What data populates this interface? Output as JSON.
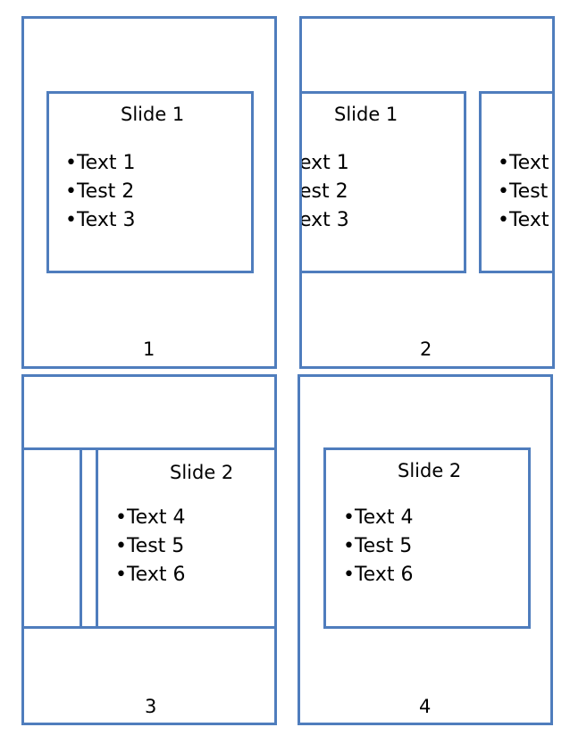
{
  "panels": [
    {
      "number": "1",
      "slides": [
        {
          "title": "Slide 1",
          "bullets": [
            "•Text 1",
            "•Test 2",
            "•Text 3"
          ]
        }
      ]
    },
    {
      "number": "2",
      "slides": [
        {
          "title": "Slide 1",
          "bullets": [
            "ext 1",
            "est 2",
            "ext 3"
          ]
        },
        {
          "bullets": [
            "•Text",
            "•Test",
            "•Text"
          ]
        }
      ]
    },
    {
      "number": "3",
      "slides": [
        {
          "title": "Slide 2",
          "bullets": [
            "•Text 4",
            "•Test 5",
            "•Text 6"
          ]
        }
      ]
    },
    {
      "number": "4",
      "slides": [
        {
          "title": "Slide 2",
          "bullets": [
            "•Text 4",
            "•Test 5",
            "•Text 6"
          ]
        }
      ]
    }
  ],
  "colors": {
    "border": "#4f7dbd",
    "text": "#000000",
    "background": "#ffffff"
  }
}
